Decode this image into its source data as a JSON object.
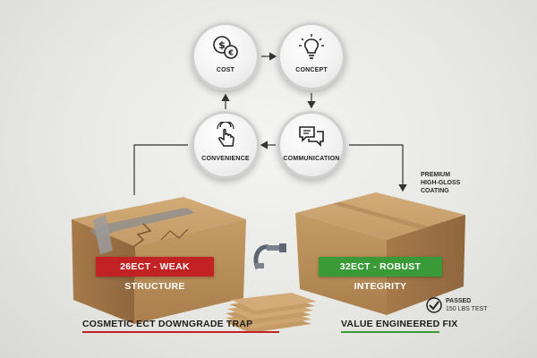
{
  "nodes": {
    "cost": "COST",
    "concept": "CONCEPT",
    "convenience": "CONVENIENCE",
    "communication": "COMMUNICATION"
  },
  "labels": {
    "weak_box_tag": "26ECT - WEAK STRUCTURE",
    "strong_box_tag": "32ECT - ROBUST INTEGRITY",
    "left_caption": "COSMETIC ECT DOWNGRADE TRAP",
    "right_caption": "VALUE ENGINEERED FIX",
    "coating_note": [
      "PREMIUM",
      "HIGH-GLOSS",
      "COATING"
    ],
    "test_note": [
      "PASSED",
      "150 LBS TEST"
    ]
  },
  "colors": {
    "weak_red": "#c32225",
    "robust_green": "#3b9a38",
    "cardboard": "#c49a66"
  },
  "icons": {
    "cost": "currency-coins-icon",
    "concept": "lightbulb-icon",
    "convenience": "touch-hand-icon",
    "communication": "chat-bubbles-icon",
    "gauge": "micrometer-icon",
    "check": "checkmark-badge-icon"
  }
}
